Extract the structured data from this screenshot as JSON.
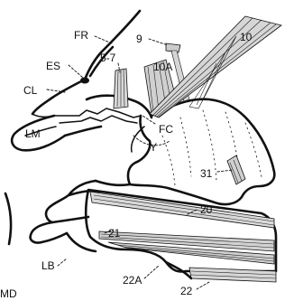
{
  "figure": {
    "labels": {
      "fr": "FR",
      "es": "ES",
      "cl": "CL",
      "lm": "LM",
      "s57": "5-7",
      "n9": "9",
      "n10a": "10A",
      "n10": "10",
      "fc": "FC",
      "y": "Y",
      "n31": "31",
      "n20": "20",
      "n21": "21",
      "lb": "LB",
      "n22a": "22A",
      "n22": "22",
      "md": "MD"
    }
  }
}
